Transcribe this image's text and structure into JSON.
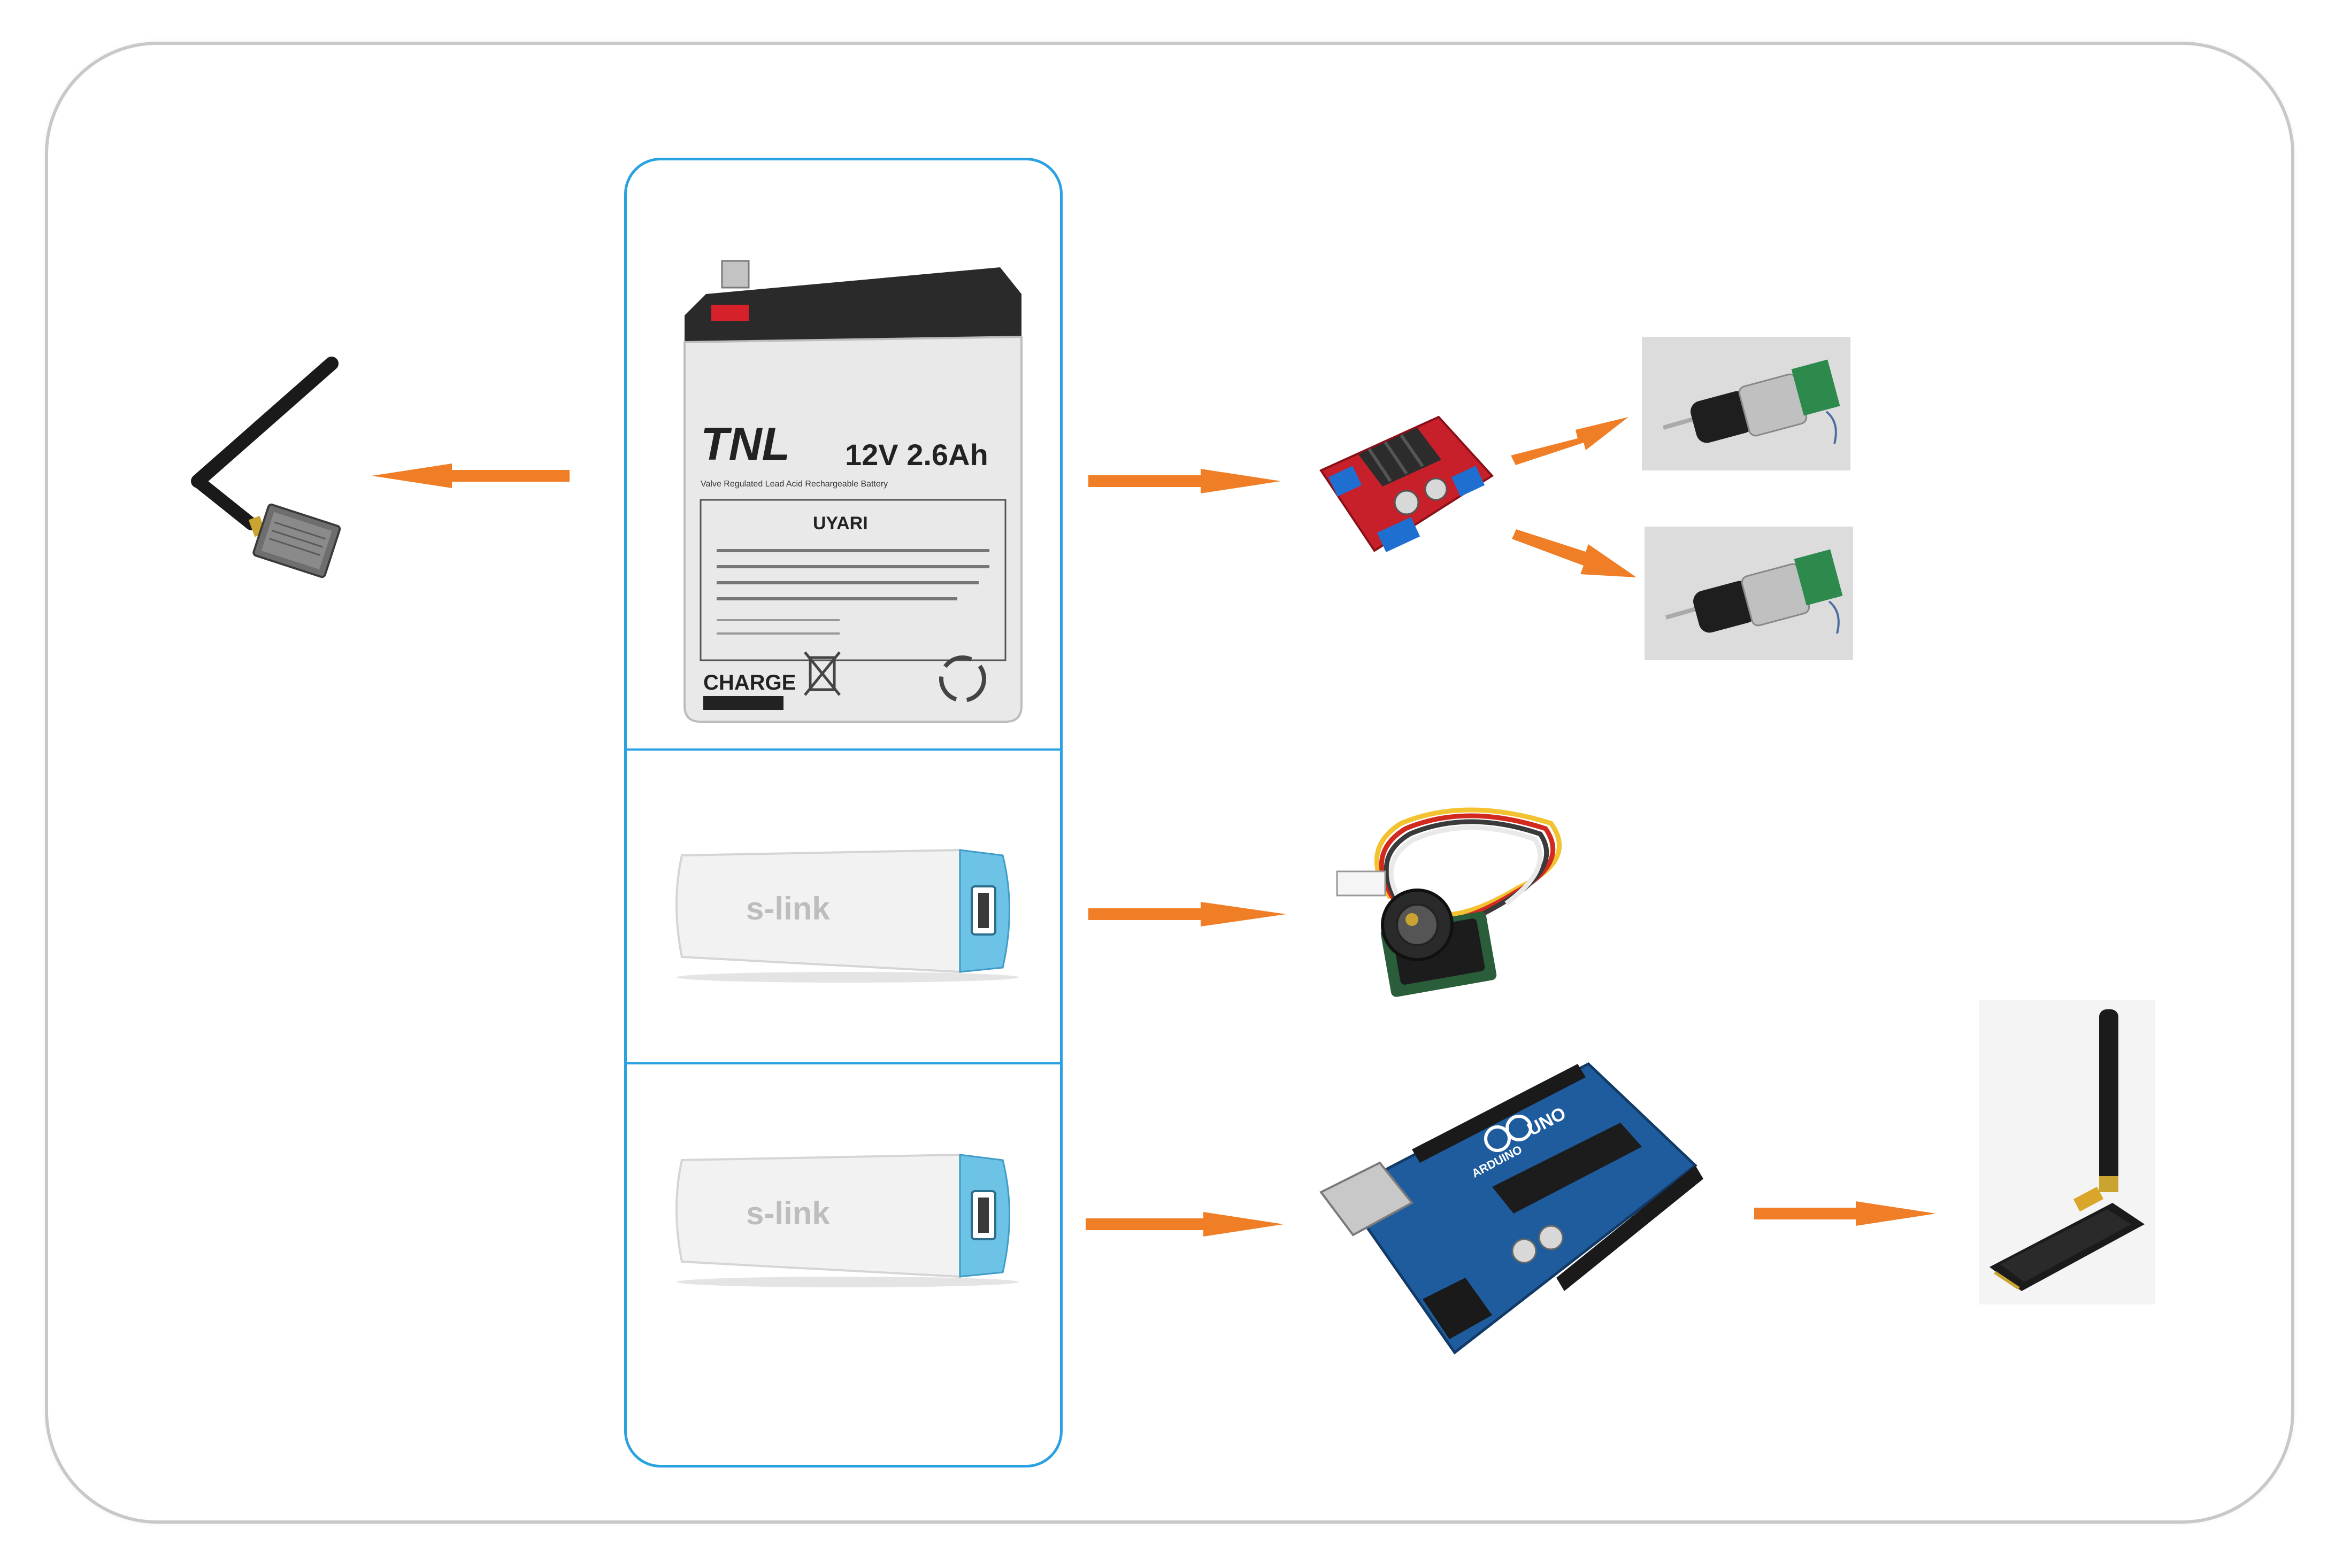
{
  "colors": {
    "frame_border": "#c8c8c8",
    "power_box_border": "#2aa1e0",
    "arrow": "#f07e26",
    "battery_body": "#e9e9e9",
    "battery_top": "#2a2a2a",
    "arduino_board": "#1f5c9e",
    "motor_driver_board": "#c8202a",
    "heatsink": "#2c2c2c",
    "power_bank_body": "#f2f2f2",
    "power_bank_accent": "#6cc3e6"
  },
  "icons": [
    "video-transmitter-icon",
    "battery-icon",
    "power-bank-icon",
    "motor-driver-icon",
    "dc-motor-icon",
    "camera-icon",
    "arduino-uno-icon",
    "rf-module-icon",
    "arrow-icon"
  ],
  "battery": {
    "brand": "TNL",
    "rating": "12V 2.6Ah",
    "type_line": "Valve Regulated Lead Acid Rechargeable Battery",
    "warning_title": "UYARI",
    "charge_label": "CHARGE"
  },
  "power_banks": [
    {
      "brand": "s-link"
    },
    {
      "brand": "s-link"
    }
  ],
  "arduino": {
    "logo": "UNO",
    "brand": "ARDUINO"
  }
}
